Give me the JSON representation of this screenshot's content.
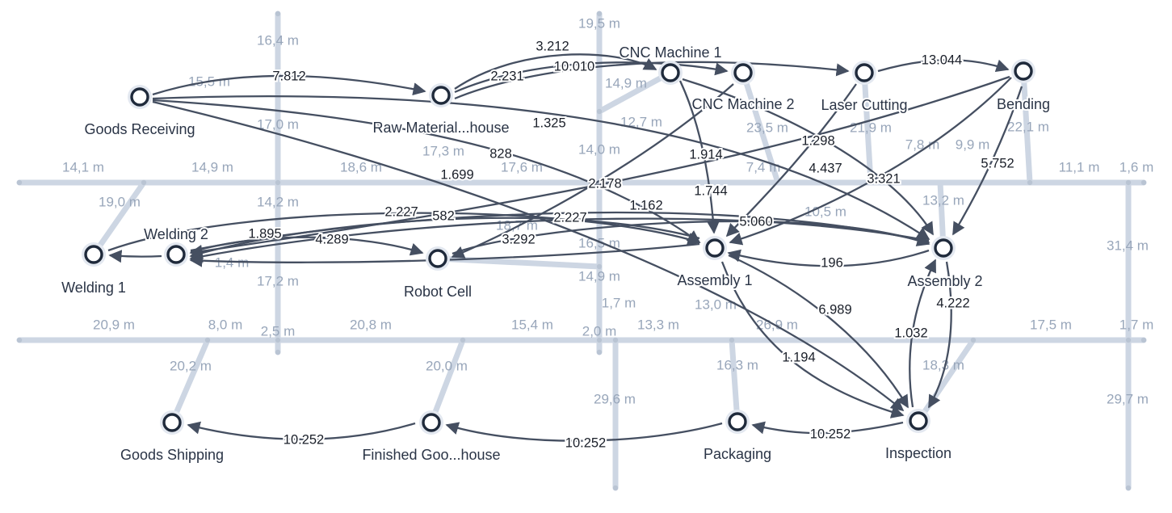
{
  "diagram": {
    "colors": {
      "aisle": "#cdd6e3",
      "distance_text": "#98a6ba",
      "flow": "#454f61",
      "node_stroke": "#1f2a3b"
    },
    "stations": [
      {
        "id": "goods-receiving",
        "label": "Goods Receiving"
      },
      {
        "id": "raw-material",
        "label": "Raw Material...house"
      },
      {
        "id": "cnc1",
        "label": "CNC Machine 1"
      },
      {
        "id": "cnc2",
        "label": "CNC Machine 2"
      },
      {
        "id": "laser",
        "label": "Laser Cutting"
      },
      {
        "id": "bending",
        "label": "Bending"
      },
      {
        "id": "welding1",
        "label": "Welding 1"
      },
      {
        "id": "welding2",
        "label": "Welding 2"
      },
      {
        "id": "robot",
        "label": "Robot Cell"
      },
      {
        "id": "assembly1",
        "label": "Assembly 1"
      },
      {
        "id": "assembly2",
        "label": "Assembly 2"
      },
      {
        "id": "goods-shipping",
        "label": "Goods Shipping"
      },
      {
        "id": "finished-goods",
        "label": "Finished Goo...house"
      },
      {
        "id": "packaging",
        "label": "Packaging"
      },
      {
        "id": "inspection",
        "label": "Inspection"
      }
    ],
    "distances": [
      "16,4 m",
      "19,5 m",
      "15,5 m",
      "14,9 m",
      "17,0 m",
      "12,7 m",
      "23,5 m",
      "21,9 m",
      "22,1 m",
      "17,3 m",
      "14,0 m",
      "14,1 m",
      "14,9 m",
      "18,6 m",
      "17,6 m",
      "7,4 m",
      "7,8 m",
      "9,9 m",
      "11,1 m",
      "1,6 m",
      "19,0 m",
      "14,2 m",
      "13,2 m",
      "10,5 m",
      "18,7 m",
      "16,5 m",
      "31,4 m",
      "1,4 m",
      "17,2 m",
      "14,9 m",
      "1,7 m",
      "13,0 m",
      "20,9 m",
      "8,0 m",
      "2,5 m",
      "20,8 m",
      "15,4 m",
      "2,0 m",
      "13,3 m",
      "26,9 m",
      "17,5 m",
      "1,7 m",
      "20,2 m",
      "20,0 m",
      "16,3 m",
      "18,3 m",
      "29,6 m",
      "29,7 m"
    ],
    "flows": [
      {
        "from": "goods-receiving",
        "to": "raw-material",
        "value": "7.812"
      },
      {
        "from": "raw-material",
        "to": "cnc1",
        "value": "3.212"
      },
      {
        "from": "raw-material",
        "to": "cnc2",
        "value": "10.010"
      },
      {
        "from": "raw-material",
        "to": "laser",
        "value": "2.231"
      },
      {
        "from": "laser",
        "to": "bending",
        "value": "13.044"
      },
      {
        "from": "goods-receiving",
        "to": "assembly2",
        "value": "1.325"
      },
      {
        "from": "goods-receiving",
        "to": "assembly1",
        "value": "828"
      },
      {
        "from": "goods-receiving",
        "to": "inspection",
        "value": "1.699"
      },
      {
        "from": "cnc1",
        "to": "assembly1",
        "value": "1.914"
      },
      {
        "from": "cnc1",
        "to": "assembly2",
        "value": "1.298"
      },
      {
        "from": "cnc2",
        "to": "robot",
        "value": "2.178"
      },
      {
        "from": "laser",
        "to": "assembly1",
        "value": "4.437"
      },
      {
        "from": "bending",
        "to": "assembly1",
        "value": "3.321"
      },
      {
        "from": "bending",
        "to": "assembly2",
        "value": "5.752"
      },
      {
        "from": "bending",
        "to": "welding2",
        "value": "1.744"
      },
      {
        "from": "welding1",
        "to": "assembly1",
        "value": "2.227"
      },
      {
        "from": "welding2",
        "to": "assembly2",
        "value": "582"
      },
      {
        "from": "robot",
        "to": "assembly2",
        "value": "2.227"
      },
      {
        "from": "assembly1",
        "to": "welding2",
        "value": "1.162"
      },
      {
        "from": "welding2",
        "to": "welding1",
        "value": "1.895"
      },
      {
        "from": "welding2",
        "to": "robot",
        "value": "4.289"
      },
      {
        "from": "assembly2",
        "to": "welding2",
        "value": "5.060"
      },
      {
        "from": "assembly1",
        "to": "welding2",
        "value": "3.292"
      },
      {
        "from": "assembly2",
        "to": "assembly1",
        "value": "196"
      },
      {
        "from": "assembly1",
        "to": "inspection",
        "value": "6.989"
      },
      {
        "from": "assembly1",
        "to": "inspection",
        "value": "1.194"
      },
      {
        "from": "assembly2",
        "to": "inspection",
        "value": "4.222"
      },
      {
        "from": "inspection",
        "to": "assembly2",
        "value": "1.032"
      },
      {
        "from": "inspection",
        "to": "packaging",
        "value": "10.252"
      },
      {
        "from": "packaging",
        "to": "finished-goods",
        "value": "10.252"
      },
      {
        "from": "finished-goods",
        "to": "goods-shipping",
        "value": "10.252"
      }
    ]
  }
}
